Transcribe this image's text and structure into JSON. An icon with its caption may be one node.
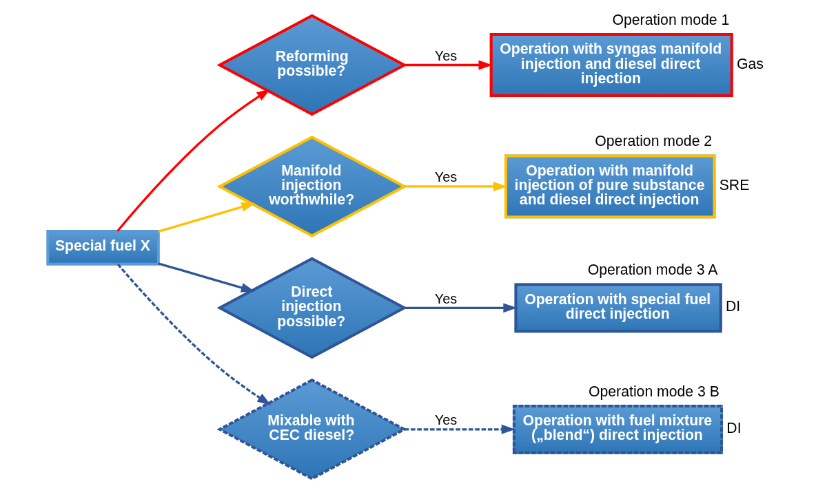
{
  "diagram": {
    "nodes": [
      {
        "text": [
          "Special fuel X"
        ]
      },
      {
        "text": [
          "Reforming possible?"
        ]
      },
      {
        "text": [
          "Operation with syngas manifold injection and diesel direct injection"
        ],
        "beside": [
          "Operation mode 1",
          "Gas"
        ]
      },
      {
        "text": [
          "Manifold injection worthwhile?"
        ]
      },
      {
        "text": [
          "Operation with manifold injection of pure substance and diesel direct injection"
        ],
        "beside": [
          "Operation mode 2",
          "SRE"
        ]
      },
      {
        "text": [
          "Direct injection possible?"
        ]
      },
      {
        "text": [
          "Operation with special fuel direct injection"
        ],
        "beside": [
          "Operation mode 3 A",
          "DI"
        ]
      },
      {
        "text": [
          "Mixable with CEC diesel?"
        ]
      },
      {
        "text": [
          "Operation with fuel mixture („blend“) direct injection"
        ],
        "beside": [
          "Operation mode 3 B",
          "DI"
        ]
      }
    ],
    "edges": [
      {
        "from": 0,
        "to": 1,
        "arrow": "to",
        "color": "#ff0000"
      },
      {
        "from": 1,
        "to": 2,
        "arrow": "to",
        "label": "Yes",
        "color": "#ff0000"
      },
      {
        "from": 0,
        "to": 3,
        "arrow": "to",
        "color": "#ffc000"
      },
      {
        "from": 3,
        "to": 4,
        "arrow": "to",
        "label": "Yes",
        "color": "#ffc000"
      },
      {
        "from": 0,
        "to": 5,
        "arrow": "to"
      },
      {
        "from": 5,
        "to": 6,
        "arrow": "to",
        "label": "Yes"
      },
      {
        "from": 0,
        "to": 7,
        "arrow": "to",
        "style": "dashed"
      },
      {
        "from": 7,
        "to": 8,
        "arrow": "to",
        "label": "Yes",
        "style": "dashed"
      }
    ]
  }
}
